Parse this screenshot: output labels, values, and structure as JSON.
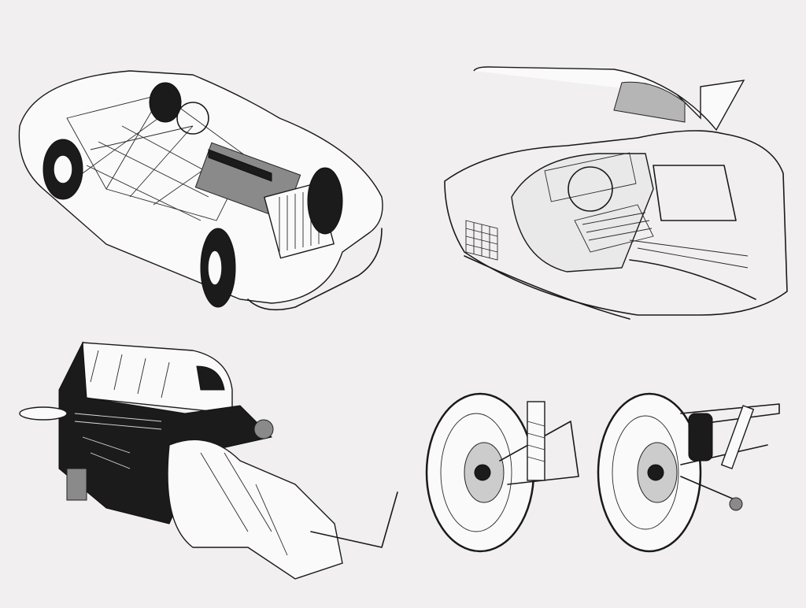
{
  "colors": {
    "paper": "#f1eff0",
    "ink": "#1a1a1a",
    "shade": "#8a8a8a"
  },
  "illustrations": [
    {
      "id": "chassis-cutaway",
      "icon": "car-chassis-icon"
    },
    {
      "id": "gullwing-interior",
      "icon": "gullwing-door-icon"
    },
    {
      "id": "engine-gearbox",
      "icon": "engine-icon"
    },
    {
      "id": "suspension-wheels",
      "icon": "wheel-suspension-icon"
    }
  ]
}
